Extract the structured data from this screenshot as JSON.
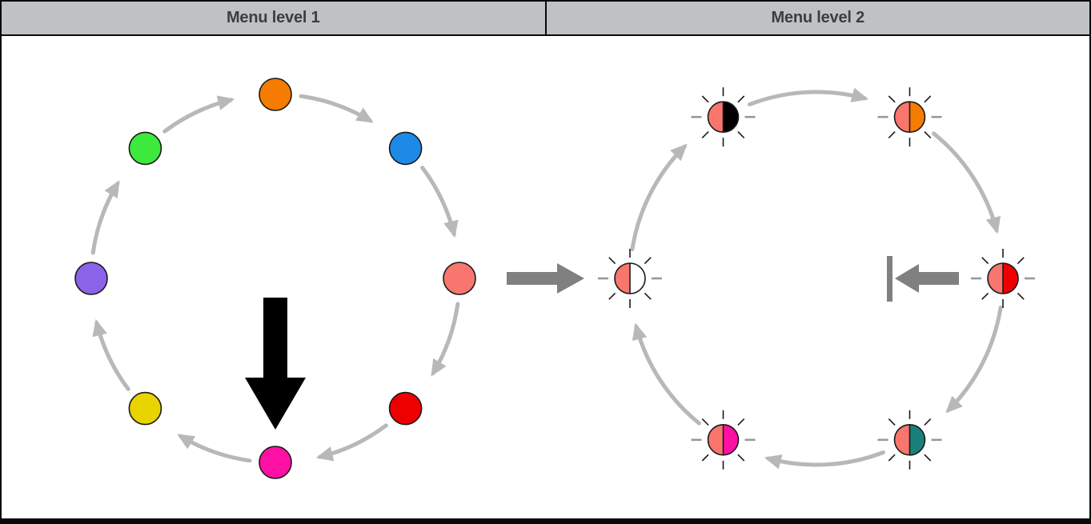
{
  "header": {
    "left_label": "Menu level 1",
    "right_label": "Menu level 2"
  },
  "colors": {
    "background": "#ffffff",
    "header_bg": "#bfc2c5",
    "header_text": "#3d3d3d",
    "frame_border": "#0a0a0a",
    "arc_gray": "#b8b8b8",
    "arrow_gray": "#808080",
    "selection_arrow": "#000000",
    "dot_outline": "#1a1a1a",
    "ray_dark": "#1a1a1a",
    "ray_gray": "#999999"
  },
  "menu1": {
    "rotation_direction": "clockwise",
    "selected_angle": 180,
    "items": [
      {
        "id": "orange",
        "angle": 0,
        "color": "#F57C00"
      },
      {
        "id": "blue",
        "angle": 45,
        "color": "#1E8AE8"
      },
      {
        "id": "salmon",
        "angle": 90,
        "color": "#F8766D"
      },
      {
        "id": "red",
        "angle": 135,
        "color": "#EE0000"
      },
      {
        "id": "magenta",
        "angle": 180,
        "color": "#FF10A5"
      },
      {
        "id": "yellow",
        "angle": 225,
        "color": "#E8D400"
      },
      {
        "id": "purple",
        "angle": 270,
        "color": "#8A63E8"
      },
      {
        "id": "green",
        "angle": 315,
        "color": "#3DE93D"
      }
    ]
  },
  "menu2": {
    "rotation_direction": "clockwise",
    "base_half_color": "#F8766D",
    "entry_angle": 90,
    "items": [
      {
        "id": "orange",
        "angle": 30,
        "half_color": "#F57C00"
      },
      {
        "id": "red",
        "angle": 90,
        "half_color": "#EE0000"
      },
      {
        "id": "teal",
        "angle": 150,
        "half_color": "#1B807B"
      },
      {
        "id": "magenta",
        "angle": 210,
        "half_color": "#FF10A5"
      },
      {
        "id": "white",
        "angle": 270,
        "half_color": "#FFFFFF"
      },
      {
        "id": "black",
        "angle": 330,
        "half_color": "#000000"
      }
    ]
  },
  "icons": {
    "selection_arrow": "down-arrow",
    "transition_arrow": "right-arrow",
    "entry_arrow": "left-arrow-to-bar"
  }
}
